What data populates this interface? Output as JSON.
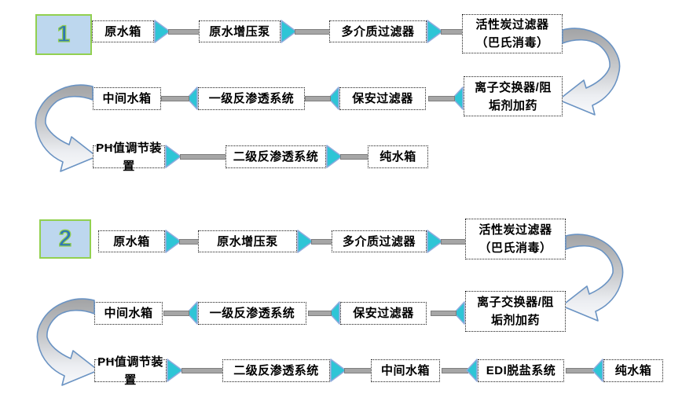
{
  "diagram_type": "water-treatment-process-flowcharts",
  "colors": {
    "arrow_triangle_fill": "#2ec5d6",
    "arrow_triangle_border": "#8faadc",
    "connector_bar_fill": "#a6a6a6",
    "connector_bar_border": "#7f7f7f",
    "badge_fill": "#bdd7ee",
    "badge_border": "#92d050",
    "badge_text": "#2e75b6",
    "node_border": "#1f1f1f",
    "uturn_arrow_stroke": "#6a93c3",
    "uturn_arrow_gray": "#a2a3a5",
    "uturn_arrow_light": "#f8f9fb"
  },
  "icons": {
    "flow_arrow": "cyan triangle connector",
    "u_turn_arrow": "curved gray-to-white band arrow"
  },
  "flow1": {
    "badge": "1",
    "row1": {
      "n1": "原水箱",
      "n2": "原水增压泵",
      "n3": "多介质过滤器",
      "n4": "活性炭过滤器\n（巴氏消毒）"
    },
    "row2": {
      "n1": "离子交换器/阻\n垢剂加药",
      "n2": "保安过滤器",
      "n3": "一级反渗透系统",
      "n4": "中间水箱"
    },
    "row3": {
      "n1": "PH值调节装置",
      "n2": "二级反渗透系统",
      "n3": "纯水箱"
    }
  },
  "flow2": {
    "badge": "2",
    "row1": {
      "n1": "原水箱",
      "n2": "原水增压泵",
      "n3": "多介质过滤器",
      "n4": "活性炭过滤器\n（巴氏消毒）"
    },
    "row2": {
      "n1": "离子交换器/阻\n垢剂加药",
      "n2": "保安过滤器",
      "n3": "一级反渗透系统",
      "n4": "中间水箱"
    },
    "row3": {
      "n1": "PH值调节装置",
      "n2": "二级反渗透系统",
      "n3": "中间水箱",
      "n4": "EDI脱盐系统",
      "n5": "纯水箱"
    }
  }
}
